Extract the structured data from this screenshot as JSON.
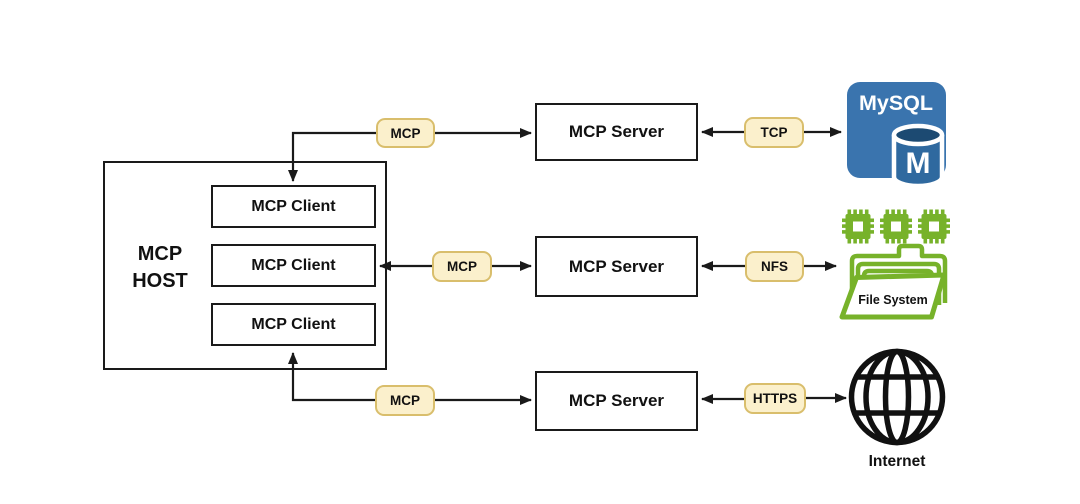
{
  "diagram": {
    "host": {
      "line1": "MCP",
      "line2": "HOST"
    },
    "clients": [
      {
        "label": "MCP Client"
      },
      {
        "label": "MCP Client"
      },
      {
        "label": "MCP Client"
      }
    ],
    "servers": [
      {
        "label": "MCP Server"
      },
      {
        "label": "MCP Server"
      },
      {
        "label": "MCP Server"
      }
    ],
    "badges": {
      "top_left": "MCP",
      "top_right": "TCP",
      "mid_left": "MCP",
      "mid_right": "NFS",
      "bottom_left": "MCP",
      "bottom_right": "HTTPS"
    },
    "resources": {
      "mysql": {
        "name": "MySQL",
        "monogram": "M"
      },
      "file_system": {
        "label": "File System"
      },
      "internet": {
        "label": "Internet"
      }
    },
    "colors": {
      "badge_fill": "#FBF0CC",
      "badge_border": "#D9BE6C",
      "line": "#1a1a1a",
      "box_border": "#1a1a1a",
      "mysql_blue": "#3A74AE",
      "mysql_cylinder": "#2F699F",
      "mysql_dark": "#1C4A72",
      "filesystem_green": "#77B22A",
      "internet_black": "#111111"
    }
  }
}
